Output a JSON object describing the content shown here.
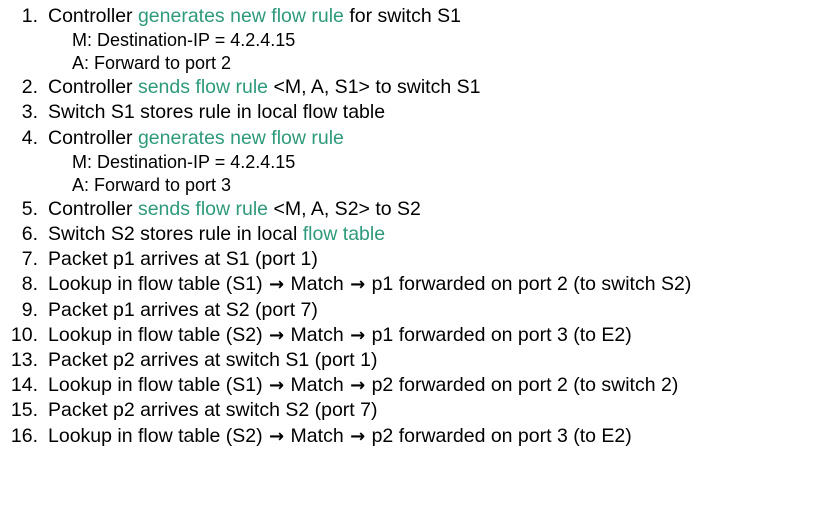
{
  "slide": {
    "background_color": "#ffffff",
    "text_color": "#000000",
    "highlight_color": "#2e9a7c",
    "arrow_glyph": "→"
  },
  "items": [
    {
      "number": "1.",
      "segments": [
        {
          "text": "Controller ",
          "style": "plain"
        },
        {
          "text": "generates new flow rule",
          "style": "highlight"
        },
        {
          "text": " for switch S1",
          "style": "plain"
        }
      ],
      "sublines": [
        "M: Destination-IP = 4.2.4.15",
        "A: Forward to port 2"
      ]
    },
    {
      "number": "2.",
      "segments": [
        {
          "text": "Controller ",
          "style": "plain"
        },
        {
          "text": "sends flow rule",
          "style": "highlight"
        },
        {
          "text": " <M, A, S1> to switch S1",
          "style": "plain"
        }
      ],
      "sublines": []
    },
    {
      "number": "3.",
      "segments": [
        {
          "text": "Switch S1 stores rule in local flow table",
          "style": "plain"
        }
      ],
      "sublines": []
    },
    {
      "number": "4.",
      "segments": [
        {
          "text": "Controller ",
          "style": "plain"
        },
        {
          "text": "generates new flow rule",
          "style": "highlight"
        }
      ],
      "sublines": [
        "M: Destination-IP = 4.2.4.15",
        "A: Forward to port 3"
      ]
    },
    {
      "number": "5.",
      "segments": [
        {
          "text": "Controller ",
          "style": "plain"
        },
        {
          "text": "sends flow rule",
          "style": "highlight"
        },
        {
          "text": " <M, A, S2> to S2",
          "style": "plain"
        }
      ],
      "sublines": []
    },
    {
      "number": "6.",
      "segments": [
        {
          "text": "Switch S2 stores rule in local ",
          "style": "plain"
        },
        {
          "text": "flow table",
          "style": "highlight"
        }
      ],
      "sublines": []
    },
    {
      "number": "7.",
      "segments": [
        {
          "text": "Packet p1 arrives at S1 (port 1)",
          "style": "plain"
        }
      ],
      "sublines": []
    },
    {
      "number": "8.",
      "segments": [
        {
          "text": "Lookup in flow table (S1) ",
          "style": "plain"
        },
        {
          "text": "→",
          "style": "arrow"
        },
        {
          "text": " Match ",
          "style": "plain"
        },
        {
          "text": "→",
          "style": "arrow"
        },
        {
          "text": " p1 forwarded on port 2 (to switch S2)",
          "style": "plain"
        }
      ],
      "sublines": []
    },
    {
      "number": "9.",
      "segments": [
        {
          "text": "Packet p1 arrives at S2 (port 7)",
          "style": "plain"
        }
      ],
      "sublines": []
    },
    {
      "number": "10.",
      "segments": [
        {
          "text": "Lookup in flow table (S2) ",
          "style": "plain"
        },
        {
          "text": "→",
          "style": "arrow"
        },
        {
          "text": " Match ",
          "style": "plain"
        },
        {
          "text": "→",
          "style": "arrow"
        },
        {
          "text": " p1 forwarded on port 3 (to E2)",
          "style": "plain"
        }
      ],
      "sublines": []
    },
    {
      "number": "13.",
      "segments": [
        {
          "text": "Packet p2 arrives at switch S1 (port 1)",
          "style": "plain"
        }
      ],
      "sublines": []
    },
    {
      "number": "14.",
      "segments": [
        {
          "text": "Lookup in flow table (S1) ",
          "style": "plain"
        },
        {
          "text": "→",
          "style": "arrow"
        },
        {
          "text": " Match ",
          "style": "plain"
        },
        {
          "text": "→",
          "style": "arrow"
        },
        {
          "text": " p2 forwarded on port 2 (to switch 2)",
          "style": "plain"
        }
      ],
      "sublines": []
    },
    {
      "number": "15.",
      "segments": [
        {
          "text": "Packet p2 arrives at switch S2 (port 7)",
          "style": "plain"
        }
      ],
      "sublines": []
    },
    {
      "number": "16.",
      "segments": [
        {
          "text": "Lookup in flow table (S2) ",
          "style": "plain"
        },
        {
          "text": "→",
          "style": "arrow"
        },
        {
          "text": " Match ",
          "style": "plain"
        },
        {
          "text": "→",
          "style": "arrow"
        },
        {
          "text": " p2 forwarded on port 3 (to E2)",
          "style": "plain"
        }
      ],
      "sublines": []
    }
  ]
}
